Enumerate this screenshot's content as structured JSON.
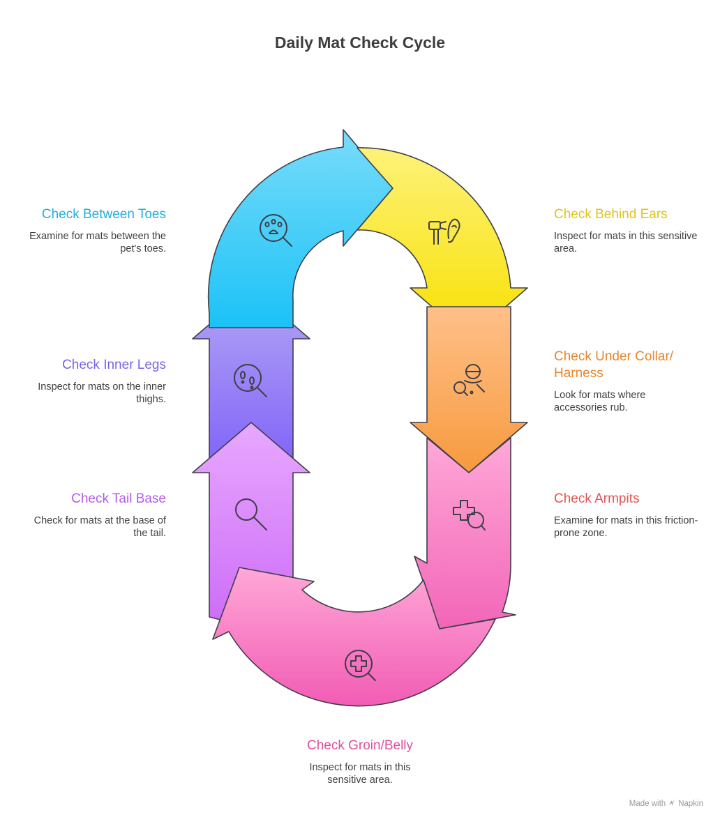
{
  "title": "Daily Mat Check Cycle",
  "steps": {
    "toes": {
      "title": "Check Between Toes",
      "description": "Examine for mats between the pet's toes.",
      "color": "#22b0e0",
      "icon": "paw-search-icon"
    },
    "ears": {
      "title": "Check Behind Ears",
      "description": "Inspect for mats in this sensitive area.",
      "color": "#e0c41a",
      "icon": "ear-dryer-icon"
    },
    "collar": {
      "title": "Check Under Collar/ Harness",
      "description": "Look for mats where accessories rub.",
      "color": "#e8862a",
      "icon": "person-search-icon"
    },
    "armpits": {
      "title": "Check Armpits",
      "description": "Examine for mats in this friction-prone zone.",
      "color": "#e35454",
      "icon": "cross-search-icon"
    },
    "groin": {
      "title": "Check Groin/Belly",
      "description": "Inspect for mats in this sensitive area.",
      "color": "#e04ea0",
      "icon": "medical-search-icon"
    },
    "tail": {
      "title": "Check Tail Base",
      "description": "Check for mats at the base of the tail.",
      "color": "#b55ce8",
      "icon": "magnifier-icon"
    },
    "legs": {
      "title": "Check Inner Legs",
      "description": "Inspect for mats on the inner thighs.",
      "color": "#7a62e6",
      "icon": "footprints-search-icon"
    }
  },
  "footer": {
    "label": "Made with",
    "brand": "Napkin"
  }
}
